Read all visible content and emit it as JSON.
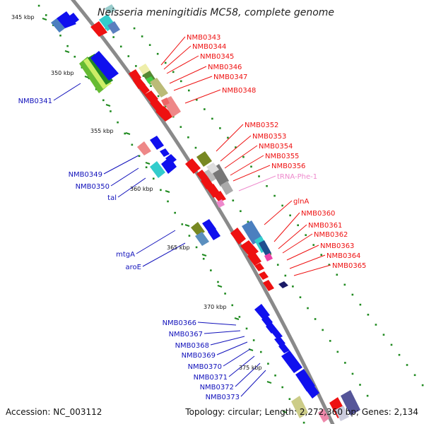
{
  "title": "Neisseria meningitidis MC58, complete genome",
  "accession": "Accession: NC_003112",
  "summary": "Topology: circular; Length: 2,272,360 bp; Genes: 2,134",
  "colors": {
    "backbone": "#8a8a8a",
    "forward_label": "#ee1111",
    "reverse_label": "#1111bb",
    "trna_label": "#ee88cc",
    "gc_dot": "#1f8a1f",
    "tick_dash": "#1f8a1f"
  },
  "kbp_ticks": [
    "345 kbp",
    "350 kbp",
    "355 kbp",
    "360 kbp",
    "365 kbp",
    "370 kbp",
    "375 kbp"
  ],
  "forward_labels": [
    "NMB0343",
    "NMB0344",
    "NMB0345",
    "NMB0346",
    "NMB0347",
    "NMB0348",
    "NMB0352",
    "NMB0353",
    "NMB0354",
    "NMB0355",
    "NMB0356",
    "tRNA-Phe-1",
    "glnA",
    "NMB0360",
    "NMB0361",
    "NMB0362",
    "NMB0363",
    "NMB0364",
    "NMB0365"
  ],
  "reverse_labels": [
    "NMB0341",
    "NMB0349",
    "NMB0350",
    "tal",
    "mtgA",
    "aroE",
    "NMB0366",
    "NMB0367",
    "NMB0368",
    "NMB0369",
    "NMB0370",
    "NMB0371",
    "NMB0372",
    "NMB0373"
  ]
}
